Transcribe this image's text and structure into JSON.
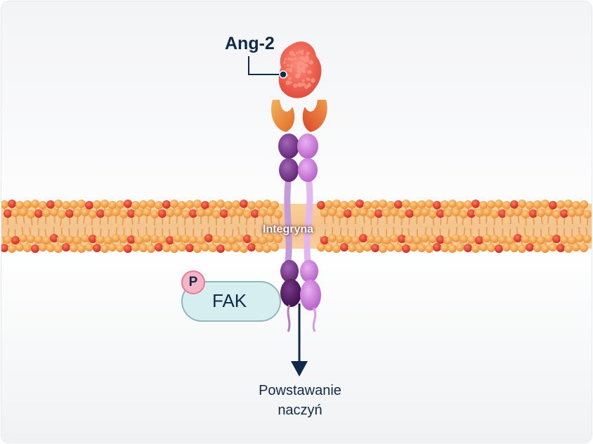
{
  "labels": {
    "ligand": "Ang-2",
    "receptor": "Integryna",
    "kinase": "FAK",
    "phospho": "P",
    "outcome_line1": "Powstawanie",
    "outcome_line2": "naczyń"
  },
  "colors": {
    "text": "#0f2a4a",
    "ligand": "#ec6a5c",
    "membrane_head_orange": "#f0a24a",
    "membrane_head_red": "#d63a2c",
    "integrin_dark": "#7b3a8c",
    "integrin_light": "#c77ad6",
    "fak_fill": "#d6eef0",
    "phospho_fill": "#f5b5c6",
    "arrow": "#0f2a4a"
  }
}
